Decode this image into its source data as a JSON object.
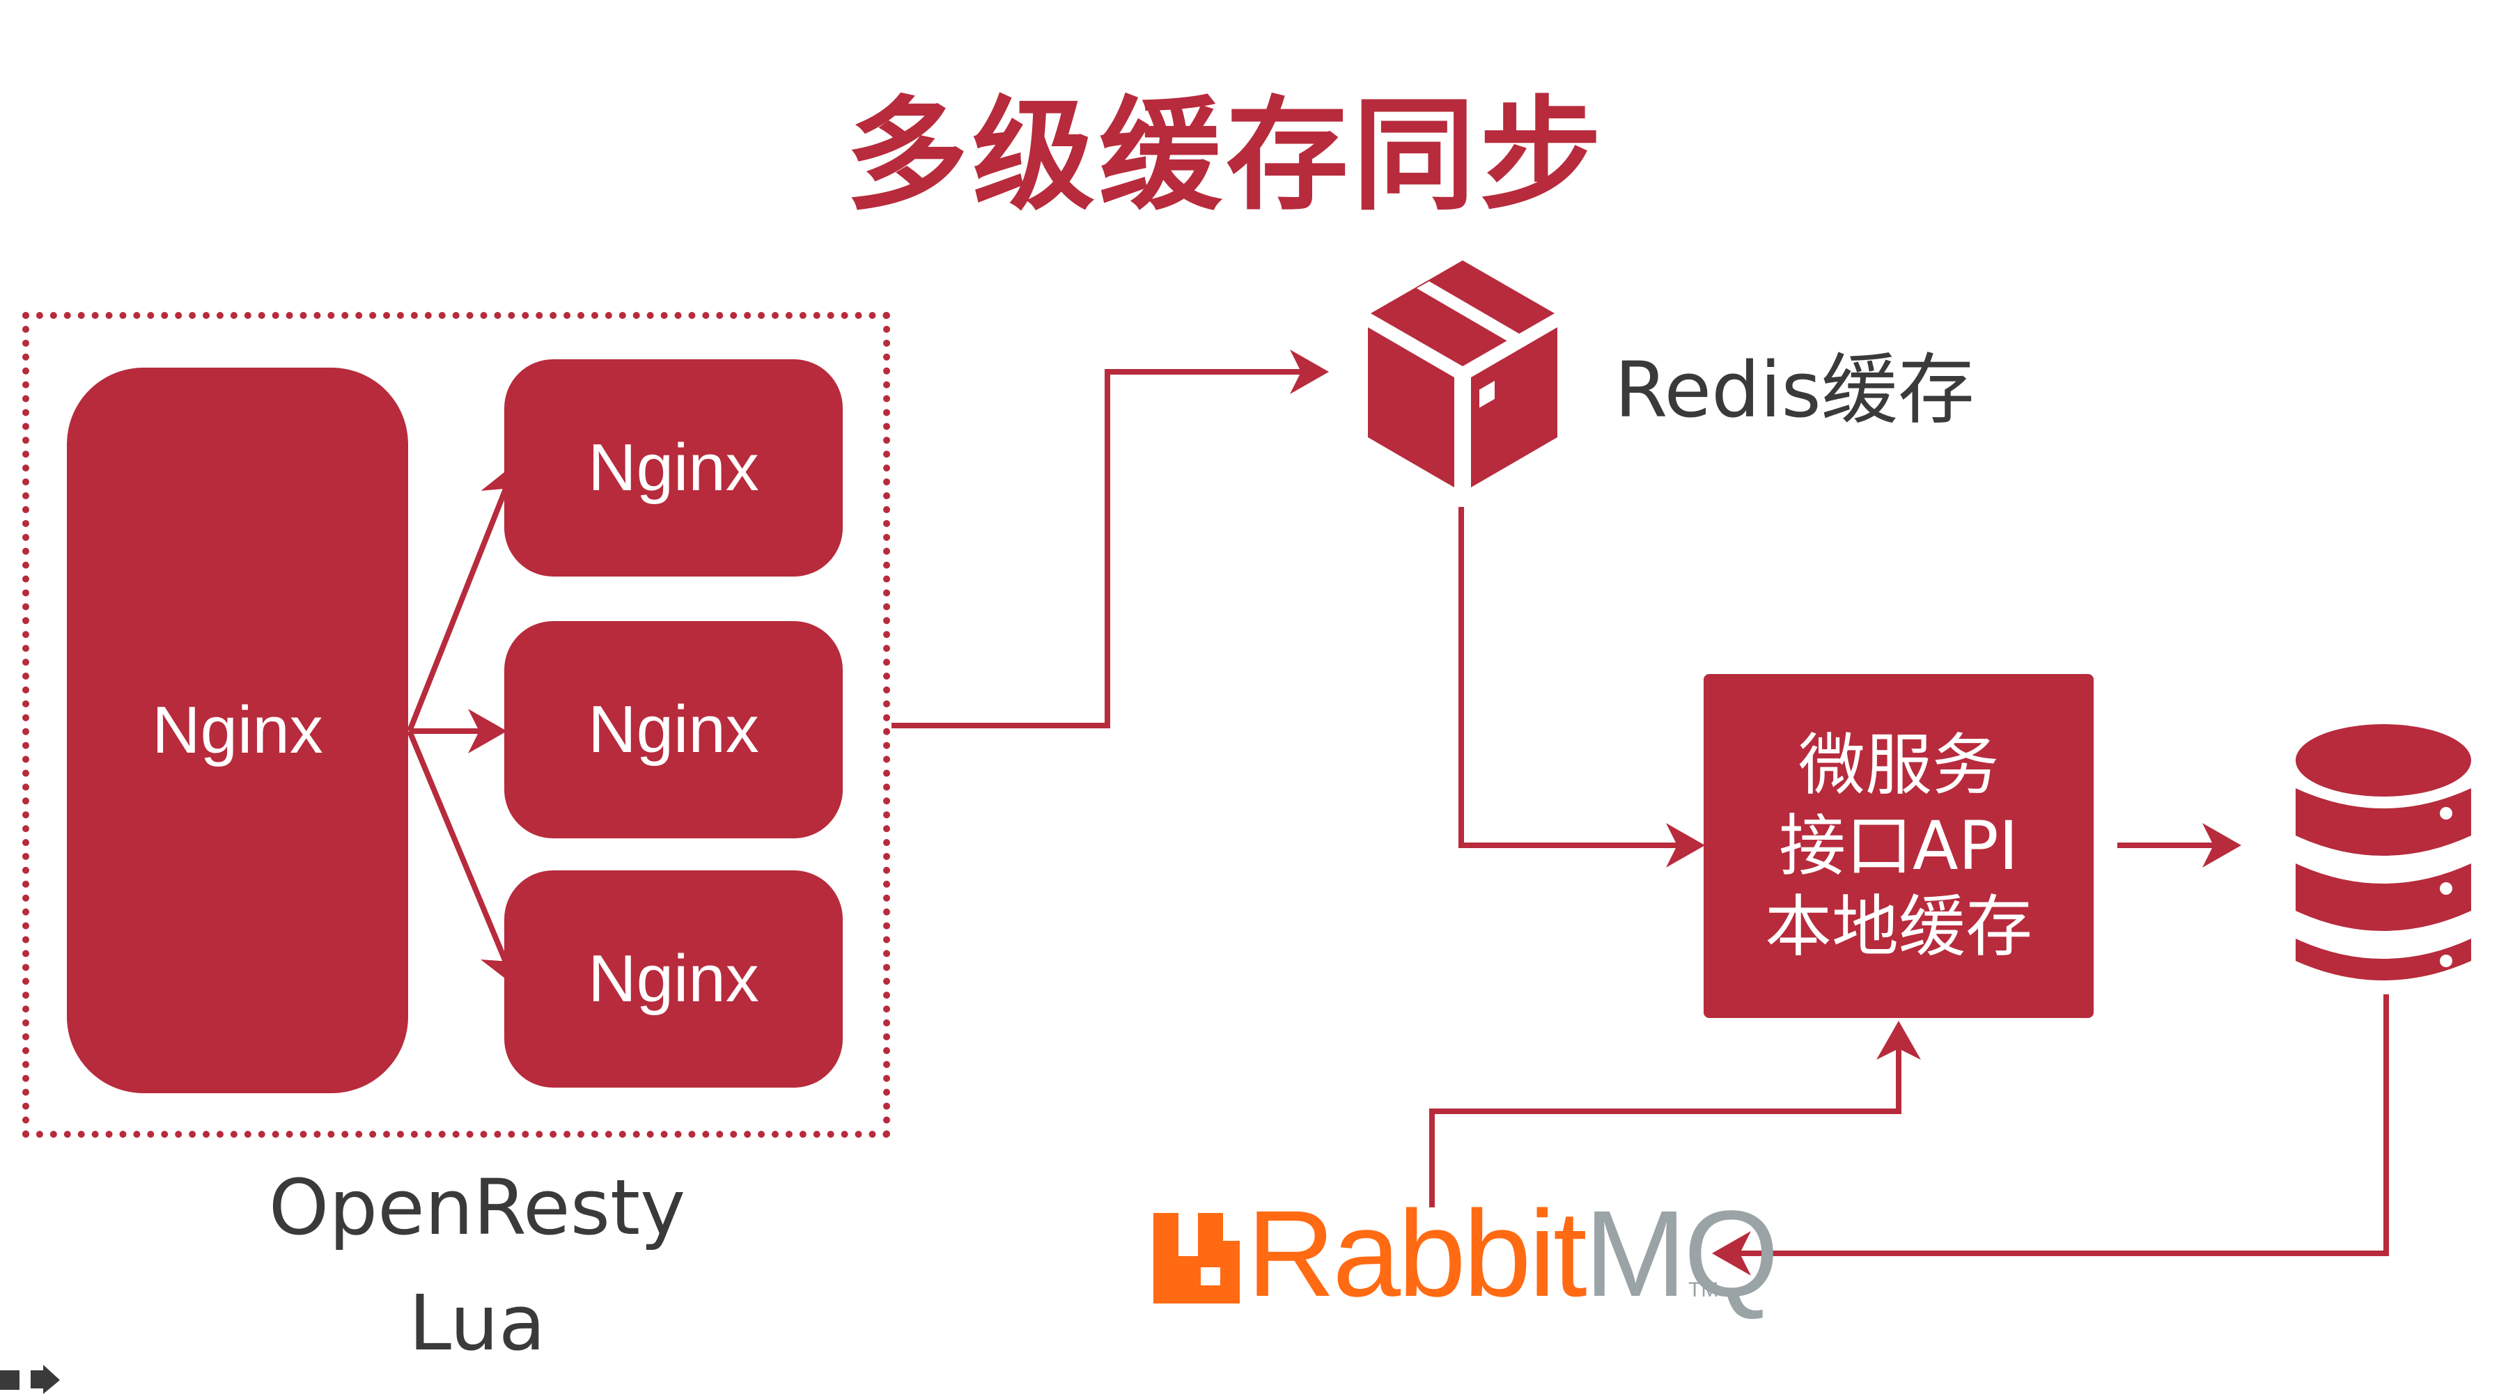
{
  "title": "多级缓存同步",
  "openresty_group": {
    "main_node": "Nginx",
    "worker_nodes": [
      "Nginx",
      "Nginx",
      "Nginx"
    ],
    "labels": [
      "OpenResty",
      "Lua"
    ]
  },
  "redis": {
    "label": "Redis缓存",
    "icon": "package-box-icon"
  },
  "service": {
    "lines": [
      "微服务",
      "接口API",
      "本地缓存"
    ]
  },
  "database": {
    "icon": "database-icon"
  },
  "rabbitmq": {
    "brand": "Rabbit",
    "brand_suffix": "MQ",
    "trademark": "TM"
  },
  "colors": {
    "accent": "#b72b3c",
    "rabbit_orange": "#ff6a13",
    "rabbit_gray": "#9aa3a5"
  }
}
